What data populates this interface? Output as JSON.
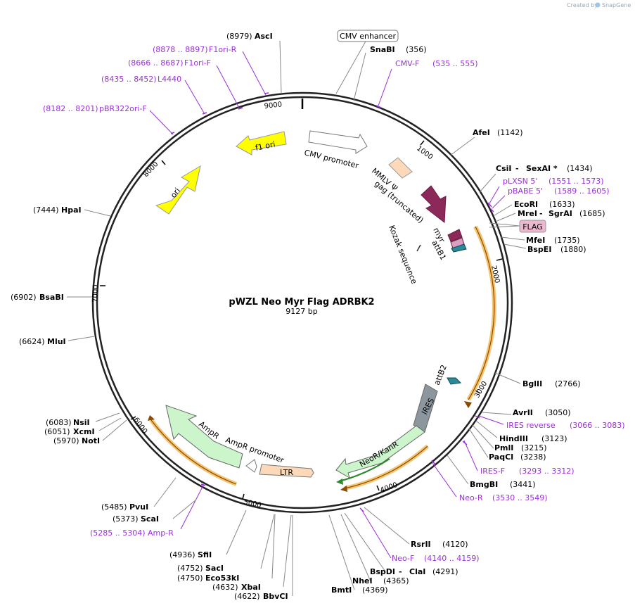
{
  "credit": {
    "created_by": "Created by",
    "brand": "SnapGene"
  },
  "map": {
    "title": "pWZL Neo Myr Flag ADRBK2",
    "size": "9127 bp"
  },
  "ticks": [
    "1000",
    "2000",
    "3000",
    "4000",
    "5000",
    "6000",
    "7000",
    "8000",
    "9000"
  ],
  "features": {
    "cmv_enhancer": "CMV enhancer",
    "cmv_promoter": "CMV promoter",
    "mmlv": "MMLV Ψ",
    "gag": "gag (truncated)",
    "myr": "myr",
    "attb1": "attB1",
    "kozak": "Kozak sequence",
    "flag": "FLAG",
    "attb2": "attB2",
    "ires": "IRES",
    "neokanr": "NeoR/KanR",
    "ltr": "LTR",
    "ampr_promoter": "AmpR promoter",
    "ampr": "AmpR",
    "ori": "ori",
    "f1ori": "f1 ori"
  },
  "sites_right": [
    {
      "name": "SnaBI",
      "pos": "(356)"
    },
    {
      "name": "AfeI",
      "pos": "(1142)"
    },
    {
      "name": "CsiI",
      "name2": "SexAI *",
      "pos": "(1434)"
    },
    {
      "name": "EcoRI",
      "pos": "(1633)"
    },
    {
      "name": "MreI",
      "name2": "SgrAI",
      "pos": "(1685)"
    },
    {
      "name": "MfeI",
      "pos": "(1735)"
    },
    {
      "name": "BspEI",
      "pos": "(1880)"
    },
    {
      "name": "BglII",
      "pos": "(2766)"
    },
    {
      "name": "AvrII",
      "pos": "(3050)"
    },
    {
      "name": "HindIII",
      "pos": "(3123)"
    },
    {
      "name": "PmlI",
      "pos": "(3215)"
    },
    {
      "name": "PaqCI",
      "pos": "(3238)"
    },
    {
      "name": "BmgBI",
      "pos": "(3441)"
    },
    {
      "name": "RsrII",
      "pos": "(4120)"
    },
    {
      "name": "BspDI",
      "name2": "ClaI",
      "pos": "(4291)"
    },
    {
      "name": "NheI",
      "pos": "(4365)"
    },
    {
      "name": "BmtI",
      "pos": "(4369)"
    }
  ],
  "sites_left": [
    {
      "name": "AscI",
      "pos": "(8979)"
    },
    {
      "name": "HpaI",
      "pos": "(7444)"
    },
    {
      "name": "BsaBI",
      "pos": "(6902)"
    },
    {
      "name": "MluI",
      "pos": "(6624)"
    },
    {
      "name": "NsiI",
      "pos": "(6083)"
    },
    {
      "name": "XcmI",
      "pos": "(6051)"
    },
    {
      "name": "NotI",
      "pos": "(5970)"
    },
    {
      "name": "PvuI",
      "pos": "(5485)"
    },
    {
      "name": "ScaI",
      "pos": "(5373)"
    },
    {
      "name": "SfiI",
      "pos": "(4936)"
    },
    {
      "name": "SacI",
      "pos": "(4752)"
    },
    {
      "name": "Eco53kI",
      "pos": "(4750)"
    },
    {
      "name": "XbaI",
      "pos": "(4632)"
    },
    {
      "name": "BbvCI",
      "pos": "(4622)"
    }
  ],
  "primers": [
    {
      "name": "CMV-F",
      "pos": "(535 .. 555)"
    },
    {
      "name": "pLXSN 5'",
      "pos": "(1551 .. 1573)"
    },
    {
      "name": "pBABE 5'",
      "pos": "(1589 .. 1605)"
    },
    {
      "name": "IRES reverse",
      "pos": "(3066 .. 3083)"
    },
    {
      "name": "IRES-F",
      "pos": "(3293 .. 3312)"
    },
    {
      "name": "Neo-R",
      "pos": "(3530 .. 3549)"
    },
    {
      "name": "Neo-F",
      "pos": "(4140 .. 4159)"
    },
    {
      "name": "Amp-R",
      "pos": "(5285 .. 5304)"
    },
    {
      "name": "F1ori-R",
      "pos": "(8878 .. 8897)"
    },
    {
      "name": "F1ori-F",
      "pos": "(8666 .. 8687)"
    },
    {
      "name": "L4440",
      "pos": "(8435 .. 8452)"
    },
    {
      "name": "pBR322ori-F",
      "pos": "(8182 .. 8201)"
    }
  ],
  "colors": {
    "backbone": "#222222",
    "primer": "#9b30d9",
    "ori": "#ffff00",
    "ampr": "#ccf5cc",
    "neo": "#ccf5cc",
    "ires": "#8c969e",
    "ltr": "#fcd9b8",
    "myr": "#8b2a5a",
    "orf_band": "#f0b040"
  }
}
